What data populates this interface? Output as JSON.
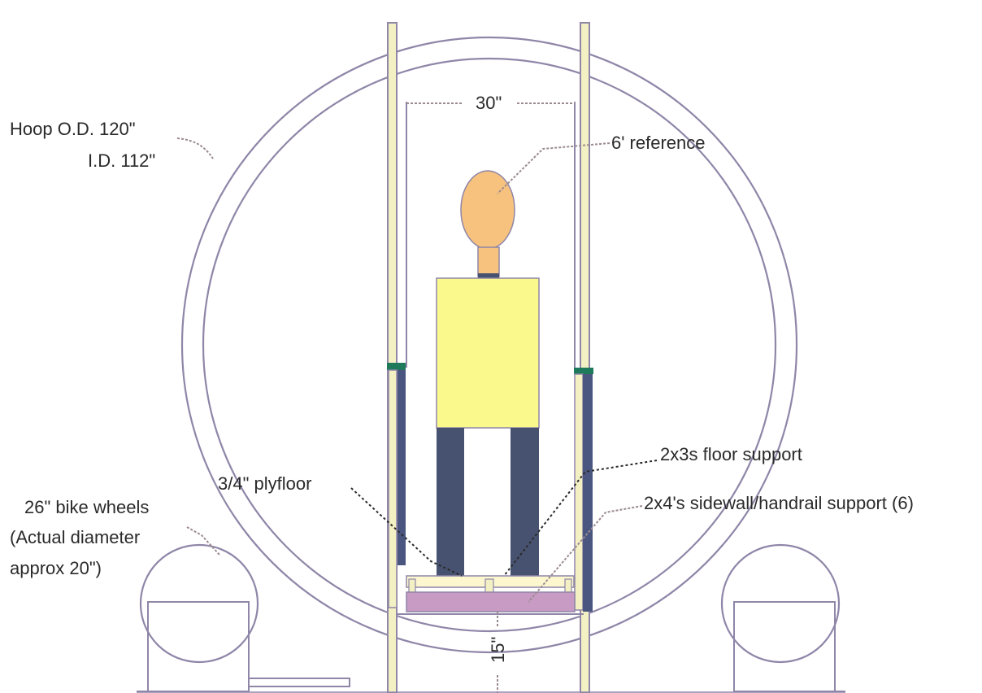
{
  "labels": {
    "hoop_od": "Hoop O.D. 120\"",
    "hoop_id": "I.D. 112\"",
    "width_dim": "30\"",
    "reference": "6' reference",
    "floor_support": "2x3s floor support",
    "plyfloor": "3/4\" plyfloor",
    "sidewall_support": "2x4's sidewall/handrail support (6)",
    "wheels_line1": "26\" bike wheels",
    "wheels_line2": "(Actual diameter",
    "wheels_line3": "approx 20\")",
    "clearance_dim": "15\""
  },
  "colors": {
    "outline": "#8f86a8",
    "head": "#f7c27e",
    "torso": "#fafa8c",
    "legs": "#475270",
    "floor_board": "#c89bc4",
    "rail_band": "#1e7a5a",
    "rail_fill": "#f3f0c4",
    "post_blue": "#4a5680"
  }
}
